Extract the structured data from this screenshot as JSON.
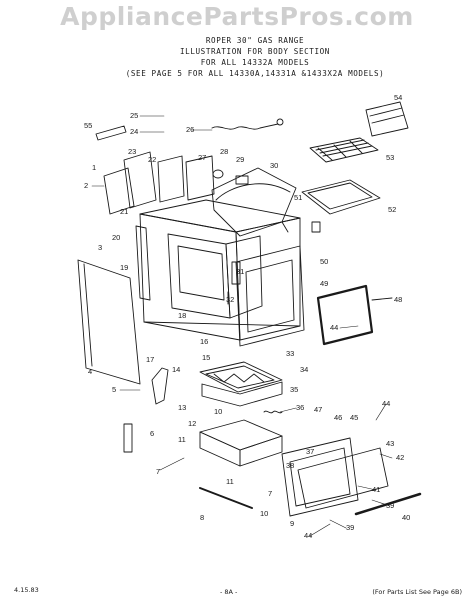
{
  "watermark": "AppliancePartsPros.com",
  "title": {
    "line1": "ROPER 30\" GAS RANGE",
    "line2": "ILLUSTRATION FOR BODY SECTION",
    "line3": "FOR ALL 14332A MODELS",
    "line4": "(SEE PAGE 5 FOR ALL 14330A,14331A &1433X2A MODELS)"
  },
  "footer": {
    "date": "4.15.83",
    "page": "- 8A -",
    "note": "(For Parts List See Page 6B)"
  },
  "callouts": [
    "1",
    "2",
    "3",
    "4",
    "5",
    "6",
    "7",
    "8",
    "9",
    "10",
    "11",
    "12",
    "13",
    "14",
    "15",
    "16",
    "17",
    "18",
    "19",
    "20",
    "21",
    "22",
    "23",
    "24",
    "25",
    "26",
    "27",
    "28",
    "29",
    "30",
    "31",
    "32",
    "33",
    "34",
    "35",
    "36",
    "37",
    "38",
    "39",
    "40",
    "41",
    "42",
    "43",
    "44",
    "45",
    "46",
    "47",
    "48",
    "49",
    "50",
    "51",
    "52",
    "53",
    "54",
    "55"
  ]
}
